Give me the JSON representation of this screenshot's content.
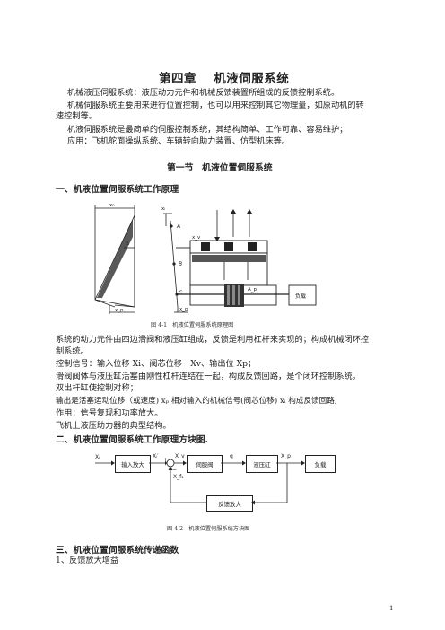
{
  "chapter_title": "第四章　 机液伺服系统",
  "intro": {
    "p1": "机械液压伺服系统：液压动力元件和机械反馈装置所组成的反馈控制系统。",
    "p2_a": "机械伺服系统主要用来进行位置控制，也可以用来控制其它物理量，如原动机的转",
    "p2_b": "速控制等。",
    "p3": "机液伺服系统是最简单的伺服控制系统，其结构简单、工作可靠、容易维护；",
    "p4": "应用：飞机舵面操纵系统、车辆转向助力装置、仿型机床等。"
  },
  "section_title": "第一节　机液位置伺服系统",
  "sub1": "一、机液位置伺服系统工作原理",
  "fig1": {
    "caption": "图 4-1　机液位置伺服系统原理图",
    "labels": {
      "x0": "x₀",
      "xi": "xᵢ",
      "xv": "x_v",
      "xp": "x_p",
      "A": "A",
      "B": "B",
      "C": "C",
      "Ap": "A_p",
      "load": "负载"
    }
  },
  "body1": {
    "l1": "系统的动力元件由四边滑阀和液压缸组成，反馈是利用杠杆来实现的；构成机械闭环控",
    "l2": "制系统。",
    "l3": "控制信号：输入位移 Xi、阀芯位移　Xv、输出位 Xp；",
    "l4": "滑阀阀体与液压缸活塞由刚性杠杆连结在一起，构成反馈回路，是个闭环控制系统。",
    "l5": "双出杆缸使控制对称；",
    "l6": "输出是活塞运动位移（或速度) xₚ 相对输入的机械信号(阀芯位移) xᵢ 构成反馈回路,",
    "l7": "作用：信号复现和功率放大。",
    "l8": "飞机上液压助力器的典型结构。"
  },
  "sub2": "二、机液位置伺服系统工作原理方块图.",
  "fig2": {
    "caption": "图 4-2　机液位置伺服系统方块图",
    "blocks": {
      "input_amp": "输入放大",
      "servo_valve": "伺服阀",
      "cylinder": "液压缸",
      "load": "负载",
      "feedback_amp": "反馈放大"
    },
    "signals": {
      "xi": "Xᵢ",
      "xi_prime": "Xᵢ′",
      "plus": "+",
      "minus": "−",
      "xv": "X_v",
      "q": "q",
      "xp": "X_p",
      "xf": "X_f₁"
    }
  },
  "sub3": "三、机液位置伺服系统传递函数",
  "item1": "1、反馈放大增益",
  "page_number": "1"
}
